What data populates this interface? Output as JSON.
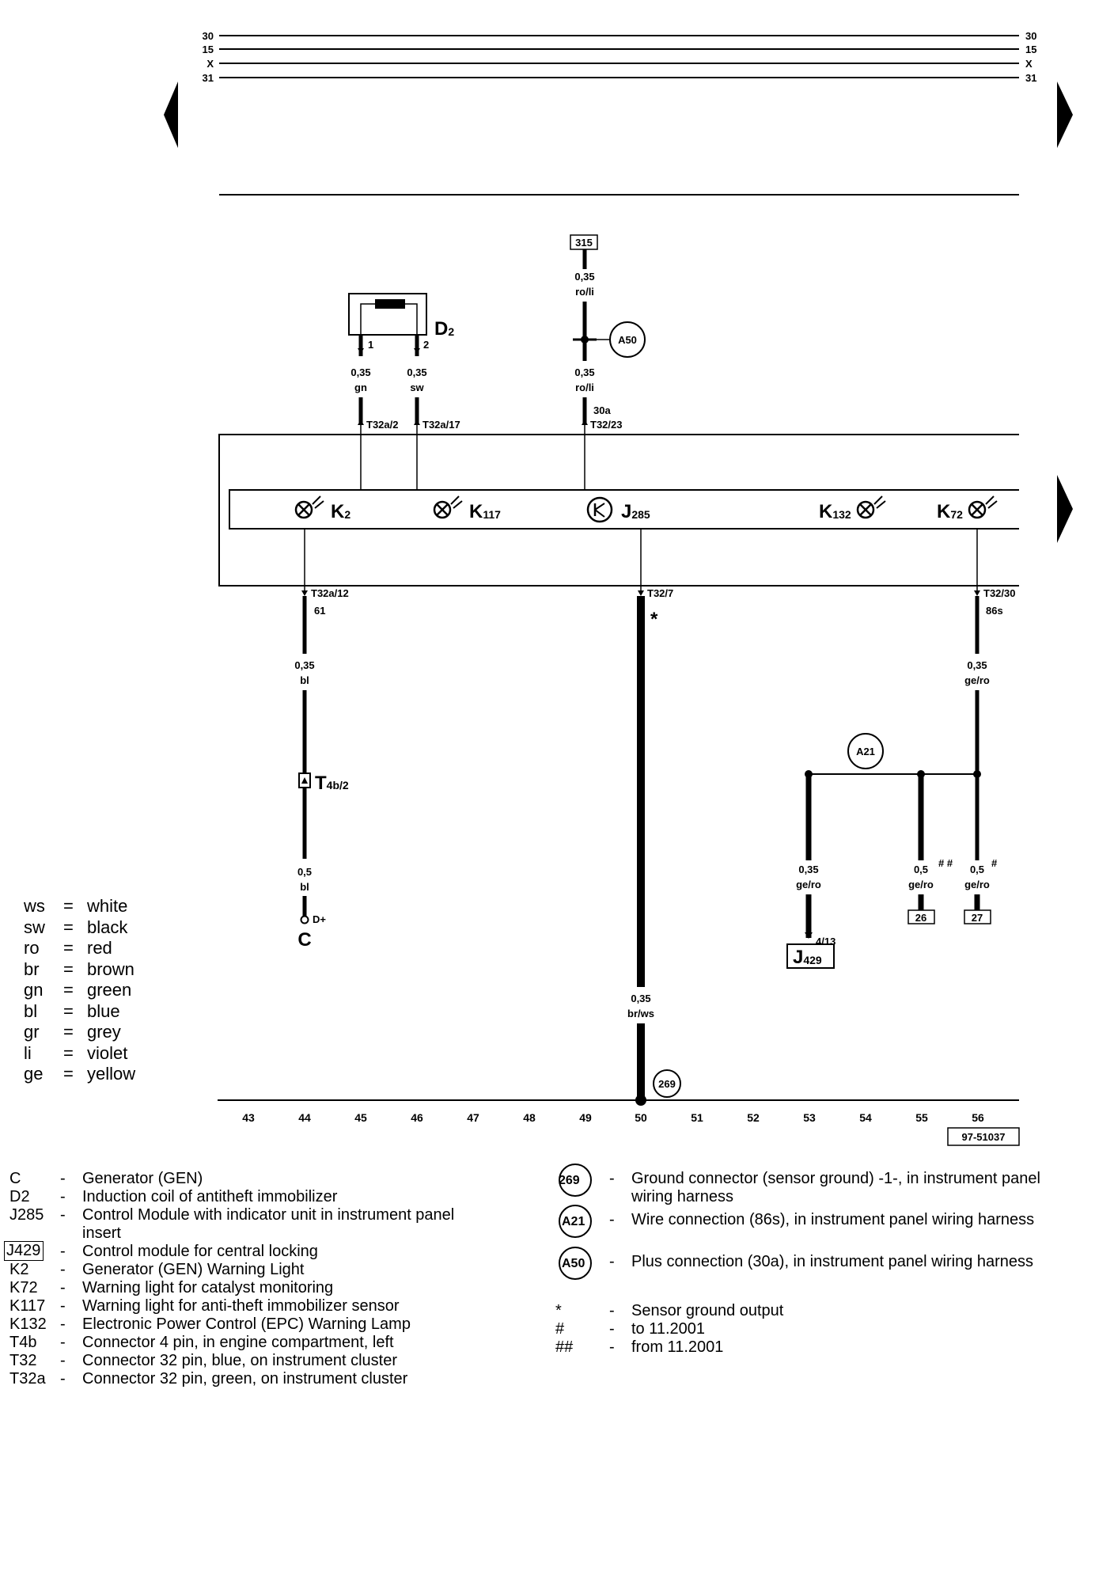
{
  "rails": {
    "left": [
      "30",
      "15",
      "X",
      "31"
    ],
    "right": [
      "30",
      "15",
      "X",
      "31"
    ]
  },
  "components": {
    "d2": {
      "label": "D",
      "sub": "2",
      "pin1": "1",
      "pin2": "2"
    },
    "k2": {
      "label": "K",
      "sub": "2"
    },
    "k117": {
      "label": "K",
      "sub": "117"
    },
    "j285": {
      "label": "J",
      "sub": "285"
    },
    "k132": {
      "label": "K",
      "sub": "132"
    },
    "k72": {
      "label": "K",
      "sub": "72"
    },
    "t4b": {
      "label": "T",
      "sub": "4b/2"
    },
    "c": {
      "label": "C",
      "pin": "D+"
    },
    "j429": {
      "label": "J",
      "sub": "429",
      "pin": "4/13"
    }
  },
  "wires": {
    "w315": {
      "size": "0,35",
      "color": "ro/li"
    },
    "w315b": {
      "size": "0,35",
      "color": "ro/li"
    },
    "wgn": {
      "size": "0,35",
      "color": "gn"
    },
    "wsw": {
      "size": "0,35",
      "color": "sw"
    },
    "wbl1": {
      "size": "0,35",
      "color": "bl"
    },
    "wbl2": {
      "size": "0,5",
      "color": "bl"
    },
    "wbrws": {
      "size": "0,35",
      "color": "br/ws"
    },
    "wgero1": {
      "size": "0,35",
      "color": "ge/ro"
    },
    "wgero2": {
      "size": "0,35",
      "color": "ge/ro"
    },
    "wgero3": {
      "size": "0,5",
      "color": "ge/ro",
      "mark": "# #"
    },
    "wgero4": {
      "size": "0,5",
      "color": "ge/ro",
      "mark": "#"
    }
  },
  "pins": {
    "t32a2": "T32a/2",
    "t32a17": "T32a/17",
    "t32_23": "T32/23",
    "p30a": "30a",
    "t32a12": "T32a/12",
    "p61": "61",
    "t32_7": "T32/7",
    "star": "*",
    "t32_30": "T32/30",
    "p86s": "86s"
  },
  "refs": {
    "r315": "315",
    "r26": "26",
    "r27": "27",
    "docnum": "97-51037"
  },
  "circles": {
    "a50": "A50",
    "a21": "A21",
    "g269": "269"
  },
  "track_numbers": [
    "43",
    "44",
    "45",
    "46",
    "47",
    "48",
    "49",
    "50",
    "51",
    "52",
    "53",
    "54",
    "55",
    "56"
  ],
  "color_legend": [
    {
      "abbr": "ws",
      "name": "white"
    },
    {
      "abbr": "sw",
      "name": "black"
    },
    {
      "abbr": "ro",
      "name": "red"
    },
    {
      "abbr": "br",
      "name": "brown"
    },
    {
      "abbr": "gn",
      "name": "green"
    },
    {
      "abbr": "bl",
      "name": "blue"
    },
    {
      "abbr": "gr",
      "name": "grey"
    },
    {
      "abbr": "li",
      "name": "violet"
    },
    {
      "abbr": "ge",
      "name": "yellow"
    }
  ],
  "equals": "=",
  "dash": "-",
  "legend_left": [
    {
      "key": "C",
      "lines": [
        "Generator (GEN)"
      ]
    },
    {
      "key": "D2",
      "lines": [
        "Induction coil of antitheft immobilizer"
      ]
    },
    {
      "key": "J285",
      "lines": [
        "Control Module with indicator unit in instrument panel",
        "insert"
      ]
    },
    {
      "key": "J429",
      "boxed": true,
      "lines": [
        "Control module for central locking"
      ]
    },
    {
      "key": "K2",
      "lines": [
        "Generator (GEN) Warning Light"
      ]
    },
    {
      "key": "K72",
      "lines": [
        "Warning light for catalyst monitoring"
      ]
    },
    {
      "key": "K117",
      "lines": [
        "Warning light for anti-theft immobilizer sensor"
      ]
    },
    {
      "key": "K132",
      "lines": [
        "Electronic Power Control (EPC) Warning Lamp"
      ]
    },
    {
      "key": "T4b",
      "lines": [
        "Connector 4 pin, in engine compartment, left"
      ]
    },
    {
      "key": "T32",
      "lines": [
        "Connector 32 pin, blue, on instrument cluster"
      ]
    },
    {
      "key": "T32a",
      "lines": [
        "Connector 32 pin, green, on instrument cluster"
      ]
    }
  ],
  "legend_right": [
    {
      "key": "269",
      "circle": true,
      "lines": [
        "Ground connector (sensor ground) -1-, in instrument panel",
        "wiring harness"
      ]
    },
    {
      "key": "A21",
      "circle": true,
      "lines": [
        "Wire connection (86s), in instrument panel wiring harness"
      ]
    },
    {
      "key": "A50",
      "circle": true,
      "lines": [
        "Plus connection (30a), in instrument panel wiring harness"
      ]
    },
    {
      "key": "*",
      "lines": [
        "Sensor ground output"
      ]
    },
    {
      "key": "#",
      "lines": [
        "to 11.2001"
      ]
    },
    {
      "key": "##",
      "lines": [
        "from 11.2001"
      ]
    }
  ]
}
